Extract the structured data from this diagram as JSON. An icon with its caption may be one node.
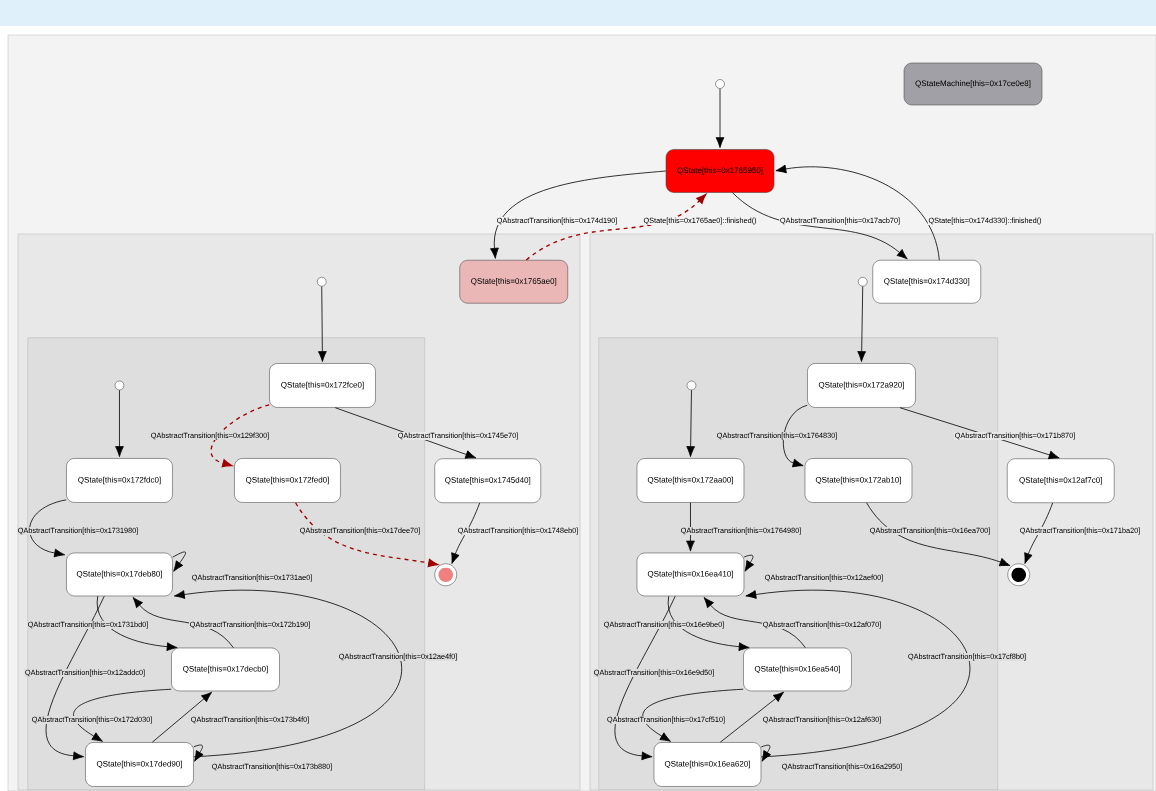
{
  "diagram": {
    "nodes": [
      {
        "text": [
          "QStateMachine[this=0x17ce0e8]"
        ]
      },
      {
        "text": [],
        "shape": "circle"
      },
      {
        "text": [
          "QState[this=0x1765950]"
        ]
      },
      {
        "text": [],
        "shape": "box"
      },
      {
        "text": [],
        "shape": "box"
      },
      {
        "text": [
          "QState[this=0x1765ae0]"
        ],
        "in": 3
      },
      {
        "text": [
          "QState[this=0x174d330]"
        ],
        "in": 4
      },
      {
        "text": [],
        "shape": "circle",
        "in": 3
      },
      {
        "text": [],
        "shape": "box",
        "in": 3
      },
      {
        "text": [
          "QState[this=0x172fce0]"
        ],
        "in": 8
      },
      {
        "text": [],
        "shape": "circle",
        "in": 8
      },
      {
        "text": [
          "QState[this=0x172fdc0]"
        ],
        "in": 8
      },
      {
        "text": [
          "QState[this=0x172fed0]"
        ],
        "in": 8
      },
      {
        "text": [
          "QState[this=0x1745d40]"
        ],
        "in": 3
      },
      {
        "text": [],
        "shape": "circle",
        "in": 3
      },
      {
        "text": [
          "QState[this=0x17deb80]"
        ],
        "in": 8
      },
      {
        "text": [
          "QState[this=0x17decb0]"
        ],
        "in": 8
      },
      {
        "text": [
          "QState[this=0x17ded90]"
        ],
        "in": 8
      },
      {
        "text": [],
        "shape": "circle",
        "in": 4
      },
      {
        "text": [],
        "shape": "box",
        "in": 4
      },
      {
        "text": [
          "QState[this=0x172a920]"
        ],
        "in": 19
      },
      {
        "text": [],
        "shape": "circle",
        "in": 19
      },
      {
        "text": [
          "QState[this=0x172aa00]"
        ],
        "in": 19
      },
      {
        "text": [
          "QState[this=0x172ab10]"
        ],
        "in": 19
      },
      {
        "text": [
          "QState[this=0x12af7c0]"
        ],
        "in": 4
      },
      {
        "text": [],
        "shape": "circle",
        "in": 4
      },
      {
        "text": [
          "QState[this=0x16ea410]"
        ],
        "in": 19
      },
      {
        "text": [
          "QState[this=0x16ea540]"
        ],
        "in": 19
      },
      {
        "text": [
          "QState[this=0x16ea620]"
        ],
        "in": 19
      }
    ],
    "edges": [
      {
        "from": 1,
        "to": 2,
        "arrow": "to"
      },
      {
        "from": 2,
        "to": 5,
        "arrow": "to",
        "label": "QAbstractTransition[this=0x174d190]"
      },
      {
        "from": 5,
        "to": 2,
        "arrow": "to",
        "label": "QState[this=0x1765ae0]::finished()",
        "style": "dashed",
        "color": "#a00000"
      },
      {
        "from": 2,
        "to": 6,
        "arrow": "to",
        "label": "QAbstractTransition[this=0x17acb70]"
      },
      {
        "from": 6,
        "to": 2,
        "arrow": "to",
        "label": "QState[this=0x174d330]::finished()"
      },
      {
        "from": 7,
        "to": 9,
        "arrow": "to"
      },
      {
        "from": 10,
        "to": 11,
        "arrow": "to"
      },
      {
        "from": 9,
        "to": 12,
        "arrow": "to",
        "label": "QAbstractTransition[this=0x129f300]",
        "style": "dashed",
        "color": "#a00000"
      },
      {
        "from": 9,
        "to": 13,
        "arrow": "to",
        "label": "QAbstractTransition[this=0x1745e70]"
      },
      {
        "from": 12,
        "to": 14,
        "arrow": "to",
        "label": "QAbstractTransition[this=0x17dee70]",
        "style": "dashed",
        "color": "#a00000"
      },
      {
        "from": 13,
        "to": 14,
        "arrow": "to",
        "label": "QAbstractTransition[this=0x1748eb0]"
      },
      {
        "from": 11,
        "to": 15,
        "arrow": "to",
        "label": "QAbstractTransition[this=0x1731980]"
      },
      {
        "from": 15,
        "to": 15,
        "arrow": "to",
        "label": "QAbstractTransition[this=0x1731ae0]"
      },
      {
        "from": 15,
        "to": 16,
        "arrow": "to",
        "label": "QAbstractTransition[this=0x1731bd0]"
      },
      {
        "from": 16,
        "to": 15,
        "arrow": "to",
        "label": "QAbstractTransition[this=0x172b190]"
      },
      {
        "from": 15,
        "to": 17,
        "arrow": "to",
        "label": "QAbstractTransition[this=0x12addc0]"
      },
      {
        "from": 16,
        "to": 17,
        "arrow": "to",
        "label": "QAbstractTransition[this=0x172d030]"
      },
      {
        "from": 17,
        "to": 16,
        "arrow": "to",
        "label": "QAbstractTransition[this=0x173b4f0]"
      },
      {
        "from": 17,
        "to": 15,
        "arrow": "to",
        "label": "QAbstractTransition[this=0x12ae4f0]"
      },
      {
        "from": 17,
        "to": 17,
        "arrow": "to",
        "label": "QAbstractTransition[this=0x173b880]"
      },
      {
        "from": 18,
        "to": 20,
        "arrow": "to"
      },
      {
        "from": 21,
        "to": 22,
        "arrow": "to"
      },
      {
        "from": 20,
        "to": 23,
        "arrow": "to",
        "label": "QAbstractTransition[this=0x1764830]"
      },
      {
        "from": 20,
        "to": 24,
        "arrow": "to",
        "label": "QAbstractTransition[this=0x171b870]"
      },
      {
        "from": 22,
        "to": 26,
        "arrow": "to",
        "label": "QAbstractTransition[this=0x1764980]"
      },
      {
        "from": 23,
        "to": 25,
        "arrow": "to",
        "label": "QAbstractTransition[this=0x16ea700]"
      },
      {
        "from": 24,
        "to": 25,
        "arrow": "to",
        "label": "QAbstractTransition[this=0x171ba20]"
      },
      {
        "from": 26,
        "to": 26,
        "arrow": "to",
        "label": "QAbstractTransition[this=0x12aef00]"
      },
      {
        "from": 26,
        "to": 27,
        "arrow": "to",
        "label": "QAbstractTransition[this=0x16e9be0]"
      },
      {
        "from": 27,
        "to": 26,
        "arrow": "to",
        "label": "QAbstractTransition[this=0x12af070]"
      },
      {
        "from": 26,
        "to": 28,
        "arrow": "to",
        "label": "QAbstractTransition[this=0x16e9d50]"
      },
      {
        "from": 27,
        "to": 28,
        "arrow": "to",
        "label": "QAbstractTransition[this=0x17cf510]"
      },
      {
        "from": 28,
        "to": 27,
        "arrow": "to",
        "label": "QAbstractTransition[this=0x12af630]"
      },
      {
        "from": 28,
        "to": 26,
        "arrow": "to",
        "label": "QAbstractTransition[this=0x17cf8b0]"
      },
      {
        "from": 28,
        "to": 28,
        "arrow": "to",
        "label": "QAbstractTransition[this=0x16a2950]"
      }
    ]
  }
}
